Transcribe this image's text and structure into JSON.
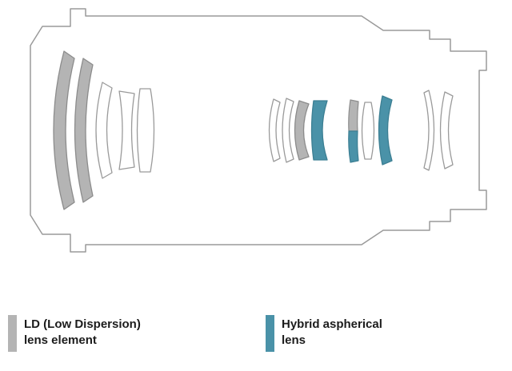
{
  "diagram": {
    "kind": "lens-construction-diagram",
    "colors": {
      "ld_fill": "#b4b4b4",
      "ld_stroke": "#8c8c8c",
      "aspherical_fill": "#4a92a8",
      "aspherical_stroke": "#3c7f93",
      "barrel_outline": "#9a9a9a",
      "element_fill": "#ffffff",
      "text": "#1c1c1c"
    }
  },
  "legend": {
    "items": [
      {
        "id": "ld",
        "color": "#b4b4b4",
        "label_line1": "LD (Low Dispersion)",
        "label_line2": "lens element"
      },
      {
        "id": "hybrid-aspherical",
        "color": "#4a92a8",
        "label_line1": "Hybrid aspherical",
        "label_line2": "lens"
      }
    ]
  }
}
